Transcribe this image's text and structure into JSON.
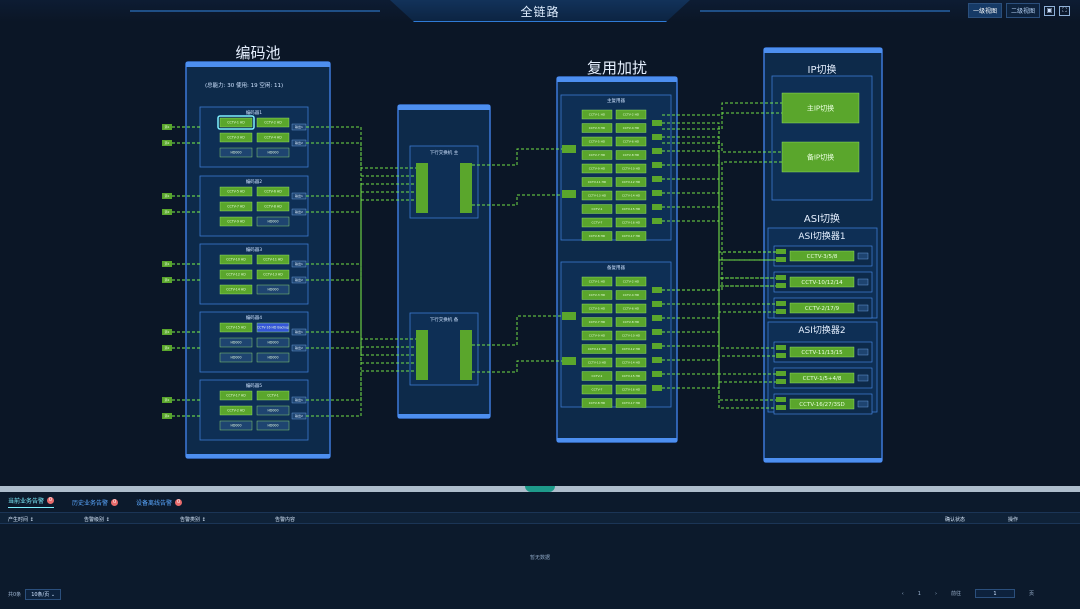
{
  "header": {
    "title": "全链路",
    "views": [
      "一级视图",
      "二级视图"
    ]
  },
  "diagram": {
    "encoder_pool": {
      "title": "编码池",
      "stats": "(总能力: 30  使用: 19  空闲: 11)",
      "encoders": [
        {
          "name": "编码器1",
          "modules": [
            "CCTV-1 HD",
            "CCTV-2 HD",
            "CCTV-3 HD",
            "CCTV-4 HD",
            "HD000",
            "HD000"
          ]
        },
        {
          "name": "编码器2",
          "modules": [
            "CCTV-5 HD",
            "CCTV-6 HD",
            "CCTV-7 HD",
            "CCTV-8 HD",
            "CCTV-9 HD",
            "HD000"
          ]
        },
        {
          "name": "编码器3",
          "modules": [
            "CCTV-10 HD",
            "CCTV-11 HD",
            "CCTV-12 HD",
            "CCTV-13 HD",
            "CCTV-14 HD",
            "HD000"
          ]
        },
        {
          "name": "编码器4",
          "modules": [
            "CCTV-15 HD",
            "CCTV-16 HD Backup",
            "HD000",
            "HD000",
            "HD000",
            "HD000"
          ]
        },
        {
          "name": "编码器5",
          "modules": [
            "CCTV-17 HD",
            "CCTV-1",
            "CCTV-2 HD",
            "HD000",
            "HD000",
            "HD000"
          ]
        }
      ],
      "input_labels": [
        "源1",
        "源2"
      ],
      "output_labels": [
        "输出1",
        "输出2"
      ]
    },
    "switches": [
      {
        "name": "下行交换机 主"
      },
      {
        "name": "下行交换机 备"
      }
    ],
    "mux": {
      "title": "复用加扰",
      "main": {
        "name": "主复用器",
        "inputs": [
          "CCTV-1 HD",
          "CCTV-2 HD",
          "CCTV-3 HD",
          "CCTV-4 HD",
          "CCTV-5 HD",
          "CCTV-6 HD",
          "CCTV-7 HD",
          "CCTV-8 HD",
          "CCTV-9 HD",
          "CCTV-10 HD",
          "CCTV-11 HD",
          "CCTV-12 HD",
          "CCTV-13 HD",
          "CCTV-14 HD",
          "CCTV-1",
          "CCTV-15 HD",
          "CCTV-7",
          "CCTV-16 HD",
          "CCTV-8 HD",
          "CCTV-17 HD"
        ]
      },
      "backup": {
        "name": "备复用器",
        "inputs": [
          "CCTV-1 HD",
          "CCTV-2 HD",
          "CCTV-3 HD",
          "CCTV-4 HD",
          "CCTV-5 HD",
          "CCTV-6 HD",
          "CCTV-7 HD",
          "CCTV-8 HD",
          "CCTV-9 HD",
          "CCTV-10 HD",
          "CCTV-11 HD",
          "CCTV-12 HD",
          "CCTV-13 HD",
          "CCTV-14 HD",
          "CCTV-1",
          "CCTV-15 HD",
          "CCTV-7",
          "CCTV-16 HD",
          "CCTV-8 HD",
          "CCTV-17 HD"
        ]
      }
    },
    "ip_switch": {
      "title": "IP切换",
      "main": "主IP切换",
      "backup": "备IP切换"
    },
    "asi": {
      "title": "ASI切换",
      "switchers": [
        {
          "name": "ASI切换器1",
          "channels": [
            "CCTV-3/5/8",
            "CCTV-10/12/14",
            "CCTV-2/17/9"
          ]
        },
        {
          "name": "ASI切换器2",
          "channels": [
            "CCTV-11/13/15",
            "CCTV-1/5+4/8",
            "CCTV-16/27/3SD"
          ]
        }
      ]
    }
  },
  "bottom": {
    "tabs": [
      {
        "label": "当前业务告警",
        "badge": "0"
      },
      {
        "label": "历史业务告警",
        "badge": "0"
      },
      {
        "label": "设备离线告警",
        "badge": "0"
      }
    ],
    "columns": [
      "产生时间 ↕",
      "告警级别 ↕",
      "告警类别 ↕",
      "告警内容",
      "确认状态",
      "操作"
    ],
    "empty_text": "暂无数据",
    "total_label": "共0条",
    "page_size": "10条/页",
    "prev": "‹",
    "page": "1",
    "next": "›",
    "goto_label": "前往",
    "goto_value": "1",
    "page_unit": "页"
  },
  "colors": {
    "background": "#0b1626",
    "panel_border": "#3d78d8",
    "module_green": "#5aa62c",
    "link_green": "#7cf44a",
    "accent_cyan": "#7ff0ff"
  }
}
